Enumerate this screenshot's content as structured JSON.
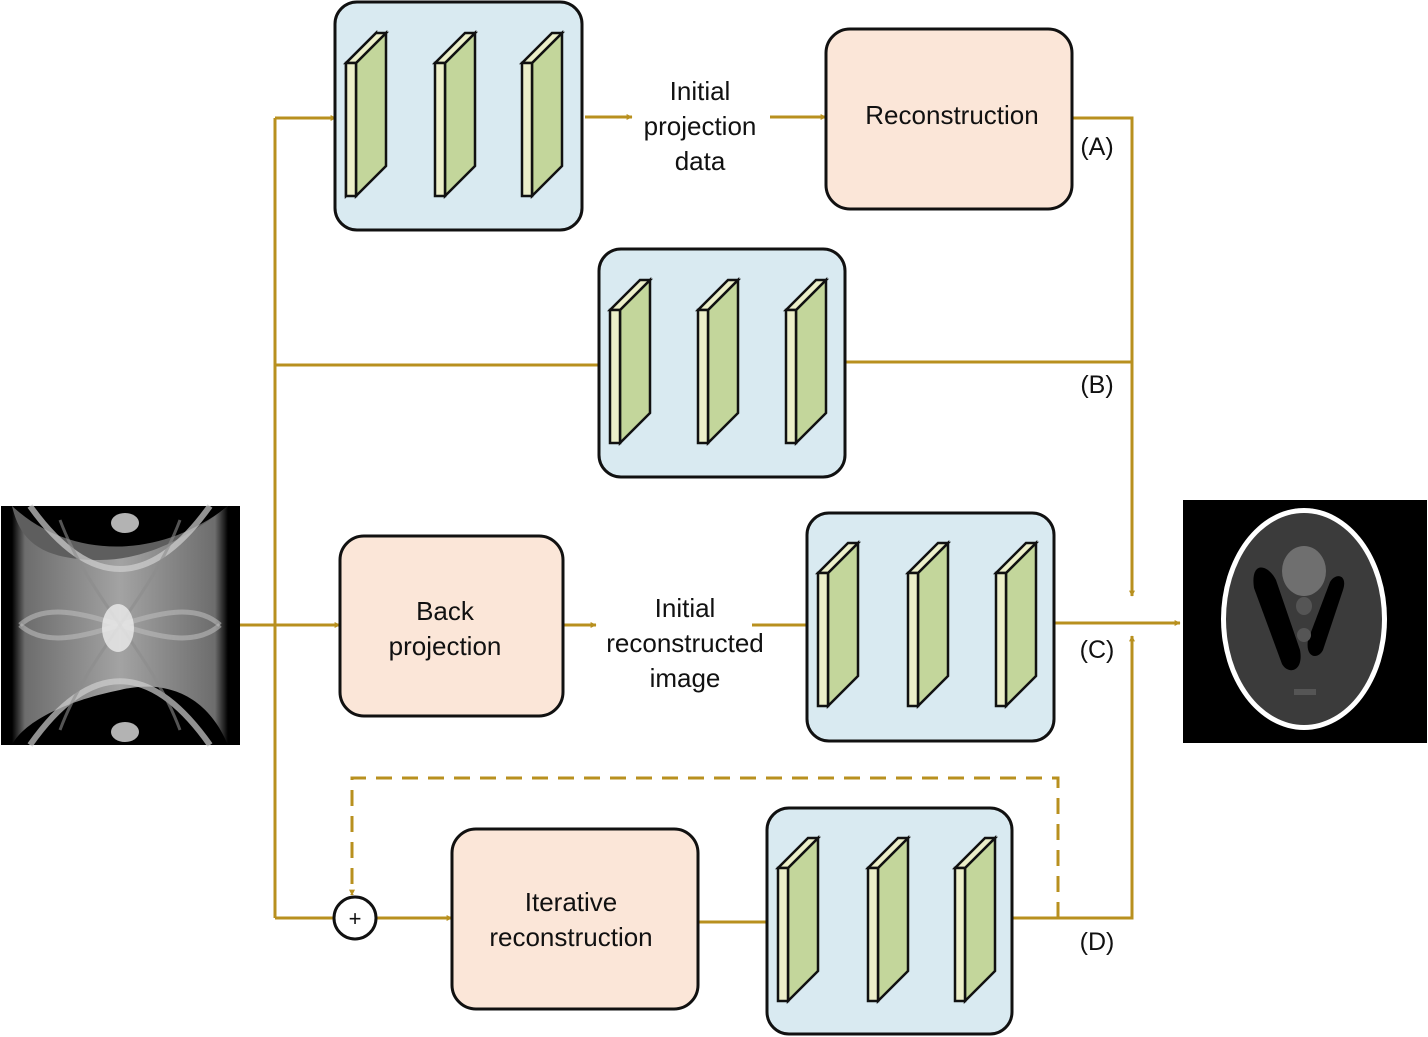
{
  "colors": {
    "arrow": "#b8901f",
    "network_box": "#d9eaf1",
    "process_box": "#fbe6d8",
    "layer_front": "#c3d69b",
    "layer_side": "#ecefc9",
    "outline": "#111111"
  },
  "top": {
    "output_label": [
      "Initial",
      "projection",
      "data"
    ],
    "process_label": "Reconstruction",
    "path_label": "(A)"
  },
  "second": {
    "path_label": "(B)"
  },
  "third": {
    "process_label": [
      "Back",
      "projection"
    ],
    "output_label": [
      "Initial",
      "reconstructed",
      "image"
    ],
    "path_label": "(C)"
  },
  "bottom": {
    "sum_symbol": "+",
    "process_label": [
      "Iterative",
      "reconstruction"
    ],
    "path_label": "(D)"
  },
  "input_image": "sinogram",
  "output_image": "shepp-logan-phantom"
}
